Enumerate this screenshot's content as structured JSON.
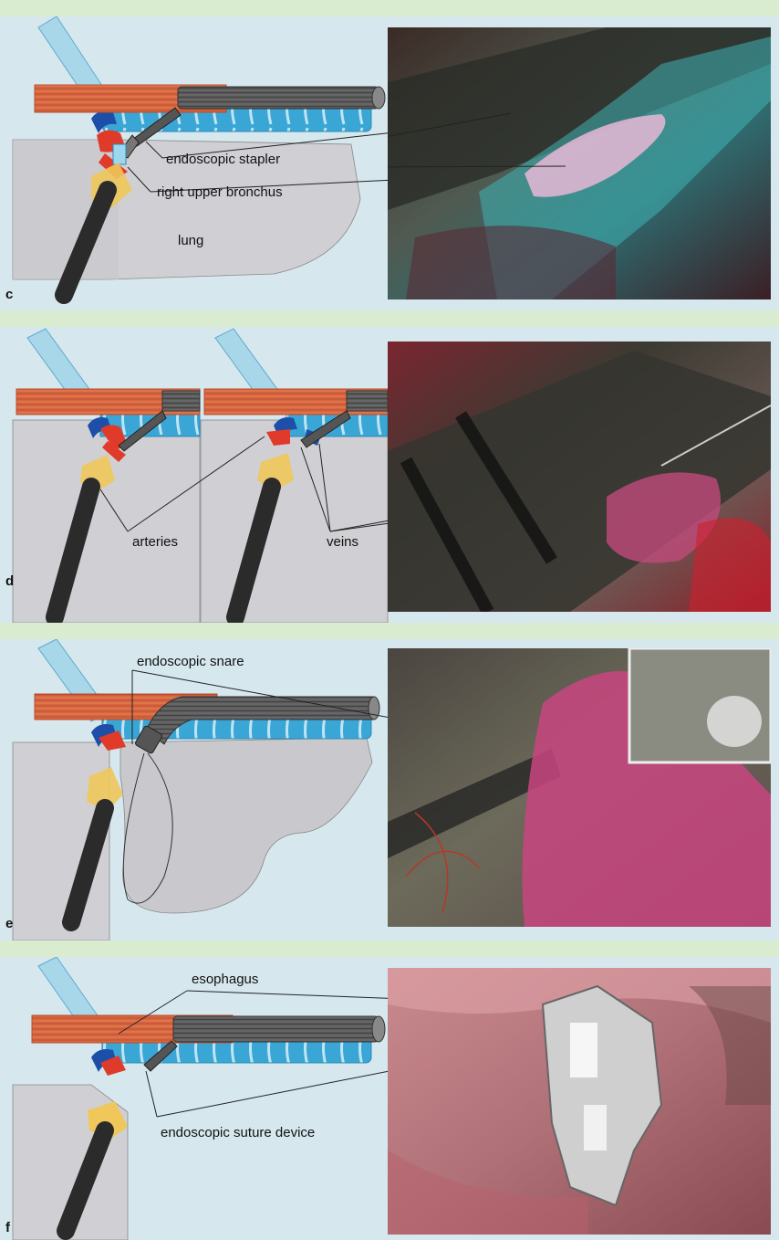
{
  "panels": [
    {
      "letter": "c",
      "labels": {
        "stapler": "endoscopic stapler",
        "bronchus": "right upper bronchus",
        "lung": "lung"
      }
    },
    {
      "letter": "d",
      "labels": {
        "arteries": "arteries",
        "veins": "veins"
      }
    },
    {
      "letter": "e",
      "labels": {
        "snare": "endoscopic snare"
      }
    },
    {
      "letter": "f",
      "labels": {
        "esophagus": "esophagus",
        "suture": "endoscopic suture device"
      }
    }
  ],
  "colors": {
    "background_panel": "#d6e8ee",
    "stripe": "#d9ecd0",
    "esophagus": "#d8663f",
    "trachea": "#3aa6d6",
    "lung": "#d0d0d4",
    "artery": "#e03a2a",
    "vein": "#1d4fa8",
    "lymph": "#f0c75a",
    "instrument": "#4a4a4a"
  }
}
